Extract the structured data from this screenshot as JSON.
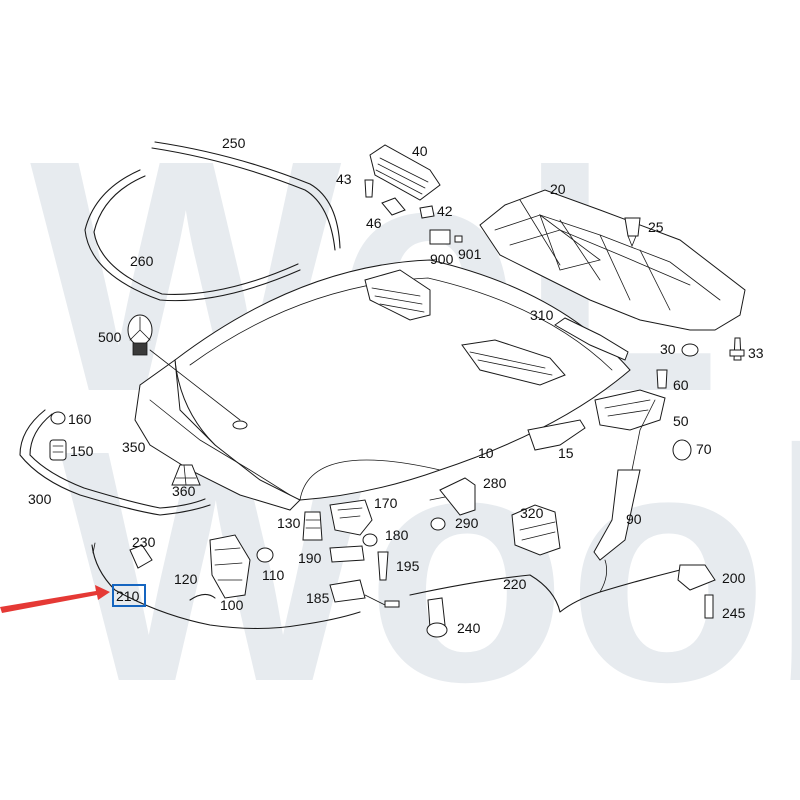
{
  "watermark": {
    "line1": "WeL",
    "line2": "Wooba",
    "color": "#e7ebef"
  },
  "callouts": {
    "c250": "250",
    "c40": "40",
    "c43": "43",
    "c42": "42",
    "c46": "46",
    "c900": "900",
    "c901": "901",
    "c20": "20",
    "c25": "25",
    "c260": "260",
    "c500": "500",
    "c310": "310",
    "c30": "30",
    "c33": "33",
    "c60": "60",
    "c160": "160",
    "c150": "150",
    "c350": "350",
    "c50": "50",
    "c70": "70",
    "c15": "15",
    "c10": "10",
    "c360": "360",
    "c300": "300",
    "c170": "170",
    "c280": "280",
    "c130": "130",
    "c180": "180",
    "c290": "290",
    "c320": "320",
    "c90": "90",
    "c230": "230",
    "c190": "190",
    "c195": "195",
    "c120": "120",
    "c110": "110",
    "c220": "220",
    "c200": "200",
    "c100": "100",
    "c185": "185",
    "c245": "245",
    "c240": "240"
  },
  "highlight": {
    "label": "210",
    "box_color": "#1565c0",
    "arrow_color": "#e53935"
  }
}
